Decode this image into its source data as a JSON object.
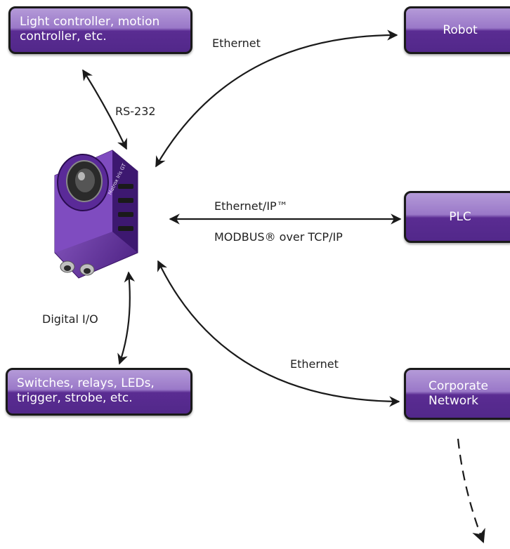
{
  "nodes": {
    "light_controller": {
      "lines": [
        "Light controller, motion",
        "controller, etc."
      ]
    },
    "robot": {
      "lines": [
        "Robot"
      ]
    },
    "plc": {
      "lines": [
        "PLC"
      ]
    },
    "switches": {
      "lines": [
        "Switches, relays, LEDs,",
        "trigger, strobe, etc."
      ]
    },
    "corporate_network": {
      "lines": [
        "Corporate",
        "Network"
      ]
    }
  },
  "camera": {
    "brand_text": "Matrox Iris GT"
  },
  "edges": {
    "ethernet_robot": "Ethernet",
    "rs232": "RS-232",
    "ethernet_ip": "Ethernet/IP™",
    "modbus": "MODBUS® over TCP/IP",
    "digital_io": "Digital I/O",
    "ethernet_corporate": "Ethernet"
  },
  "colors": {
    "box_top": "#b49ad8",
    "box_bottom": "#52288a",
    "border": "#1a1a1a",
    "line": "#1a1a1a",
    "camera": "#6a3aa8"
  }
}
